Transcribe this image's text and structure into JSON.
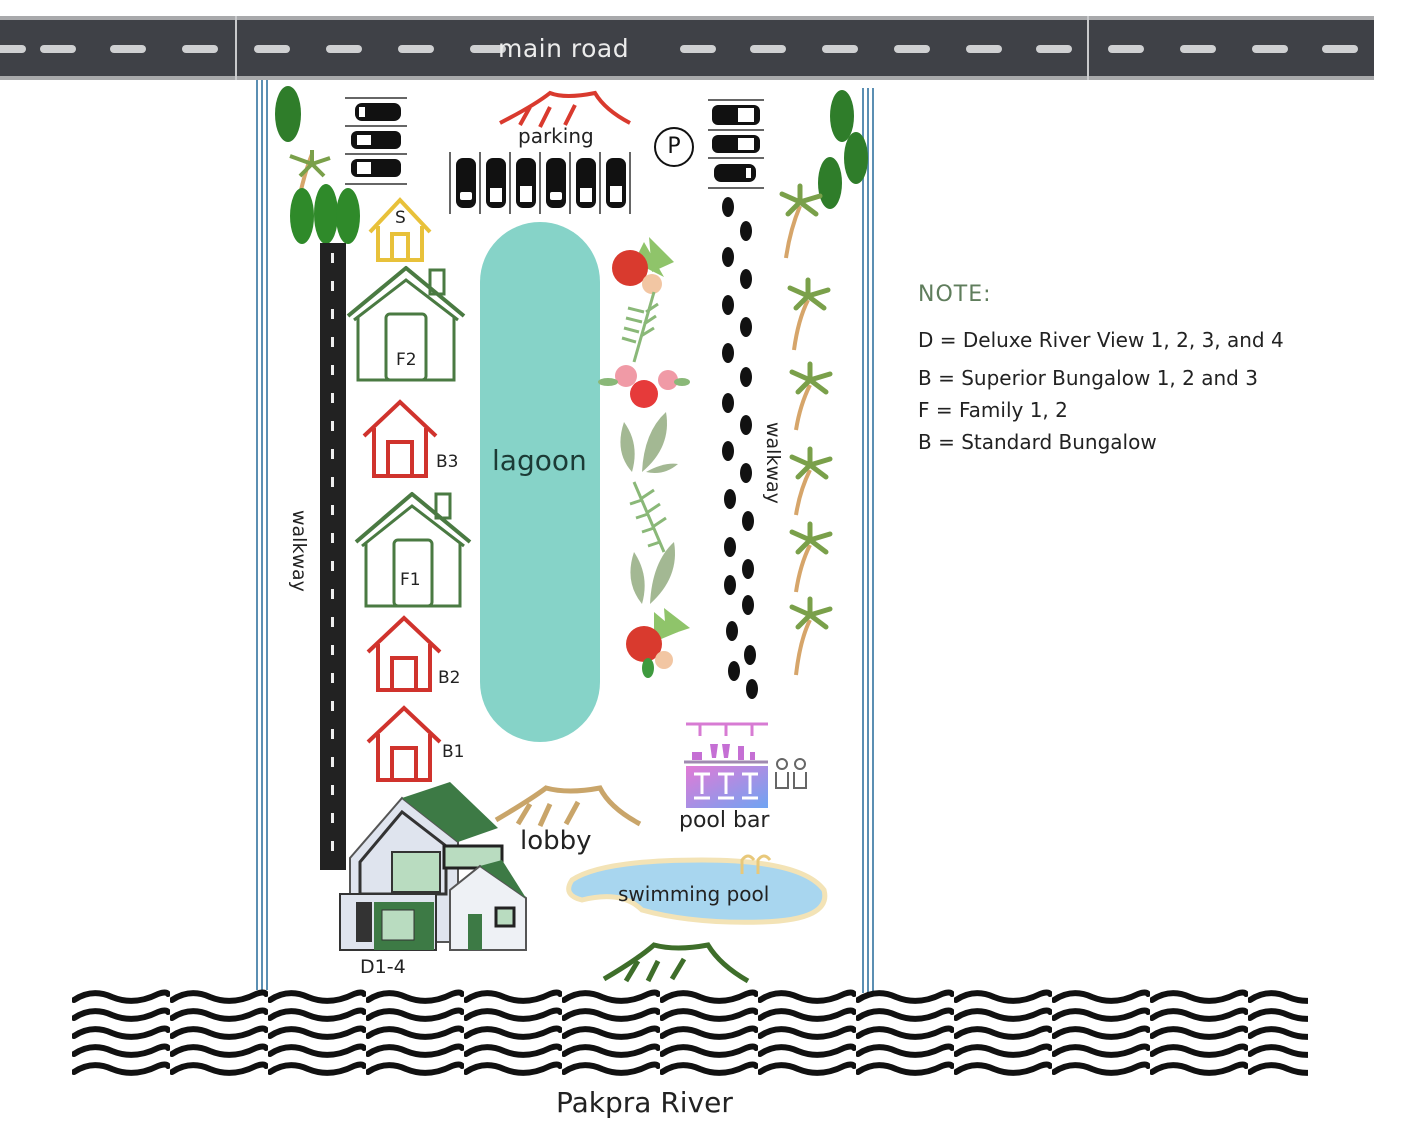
{
  "map": {
    "road": {
      "label": "main road"
    },
    "parking": {
      "label": "parking",
      "sign": "P"
    },
    "lagoon": {
      "label": "lagoon"
    },
    "walkways": {
      "left_label": "walkway",
      "right_label": "walkway"
    },
    "buildings": [
      {
        "id": "S",
        "label": "S",
        "color": "#e8c13a"
      },
      {
        "id": "F2",
        "label": "F2",
        "color": "#4a7a42"
      },
      {
        "id": "B3",
        "label": "B3",
        "color": "#d0332d"
      },
      {
        "id": "F1",
        "label": "F1",
        "color": "#4a7a42"
      },
      {
        "id": "B2",
        "label": "B2",
        "color": "#d0332d"
      },
      {
        "id": "B1",
        "label": "B1",
        "color": "#d0332d"
      },
      {
        "id": "D1-4",
        "label": "D1-4",
        "color": "#3d7a45"
      }
    ],
    "facilities": {
      "lobby": "lobby",
      "pool_bar": "pool bar",
      "swimming_pool": "swimming pool"
    },
    "river": {
      "label": "Pakpra River"
    },
    "colors": {
      "road": "#3f4147",
      "lagoon": "#86d3c8",
      "pool": "#a8d6ef",
      "fence": "#5b8fb3",
      "parking_roof": "#d93a2e",
      "lobby_roof": "#c9a56a",
      "pool_roof": "#3e6e2a"
    }
  },
  "legend": {
    "title": "NOTE:",
    "items": [
      {
        "key": "D",
        "text": "D  = Deluxe River View 1, 2, 3, and 4"
      },
      {
        "key": "B",
        "text": "B = Superior Bungalow 1, 2 and 3"
      },
      {
        "key": "F",
        "text": "F = Family 1, 2"
      },
      {
        "key": "B",
        "text": "B  = Standard Bungalow"
      }
    ]
  }
}
